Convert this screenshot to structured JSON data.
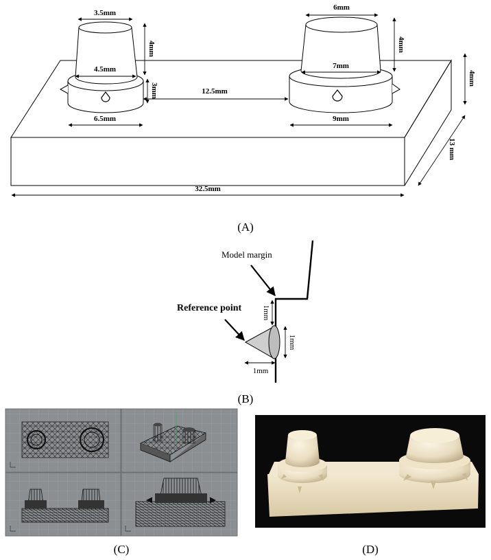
{
  "panels": {
    "a": {
      "label": "(A)",
      "dims": {
        "top_left_cyl": "3.5mm",
        "bottom_left_cyl": "4.5mm",
        "height_left_cyl": "4mm",
        "collar_left": "3mm",
        "base_left_collar": "6.5mm",
        "spacing": "12.5mm",
        "top_right_cyl": "6mm",
        "bottom_right_cyl": "7mm",
        "height_right_cyl": "4mm",
        "base_right_collar": "9mm",
        "plate_height": "4mm",
        "plate_depth": "13 mm",
        "plate_length": "32.5mm"
      }
    },
    "b": {
      "label": "(B)",
      "model_margin": "Model margin",
      "reference_point": "Reference point",
      "dim_vertical": "1mm",
      "dim_cone_height": "1mm",
      "dim_horizontal": "1mm"
    },
    "c": {
      "label": "(C)"
    },
    "d": {
      "label": "(D)"
    }
  },
  "colors": {
    "cad_background": "#8b8f91",
    "cad_grid": "#a3a7a9",
    "photo_background": "#0a0a0a",
    "resin": "#e9dcc0"
  }
}
